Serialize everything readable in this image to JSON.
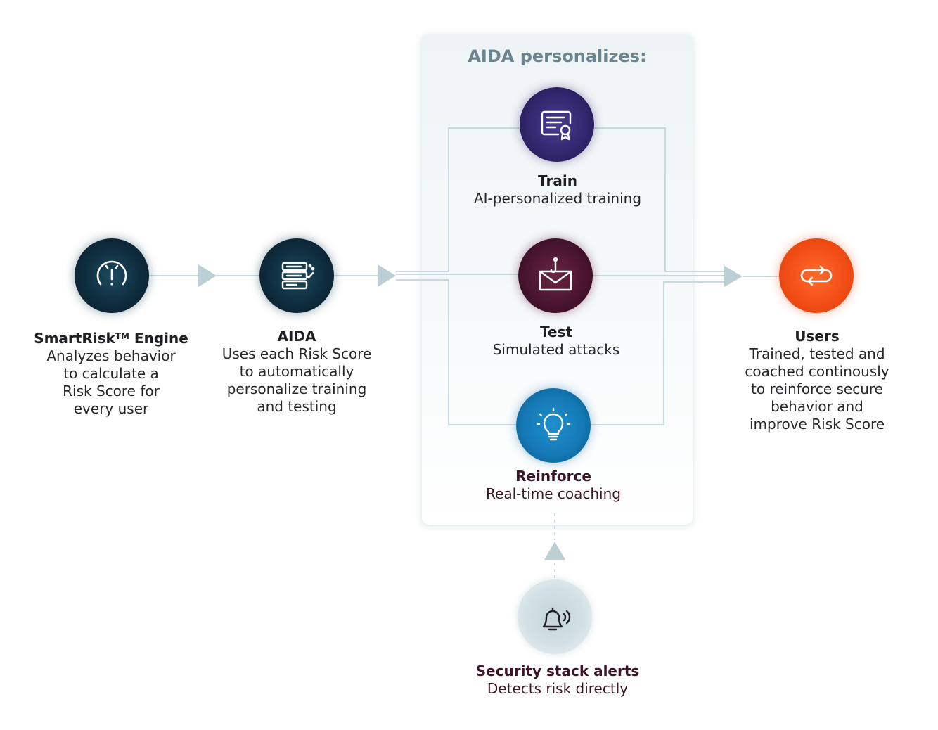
{
  "panel": {
    "title": "AIDA personalizes:"
  },
  "nodes": {
    "smartrisk": {
      "title": "SmartRisk",
      "trademark": "TM",
      "title_suffix": " Engine",
      "desc": [
        "Analyzes behavior",
        "to calculate a",
        "Risk Score for",
        "every user"
      ],
      "icon": "gauge-icon"
    },
    "aida": {
      "title": "AIDA",
      "desc": [
        "Uses each Risk Score",
        "to automatically",
        "personalize training",
        "and testing"
      ],
      "icon": "ai-list-icon"
    },
    "train": {
      "title": "Train",
      "desc": [
        "AI-personalized training"
      ],
      "icon": "certificate-icon"
    },
    "test": {
      "title": "Test",
      "desc": [
        "Simulated attacks"
      ],
      "icon": "phishing-envelope-icon"
    },
    "reinforce": {
      "title": "Reinforce",
      "desc": [
        "Real-time coaching"
      ],
      "icon": "lightbulb-icon"
    },
    "users": {
      "title": "Users",
      "desc": [
        "Trained, tested and",
        "coached continously",
        "to reinforce secure",
        "behavior and",
        "improve Risk Score"
      ],
      "icon": "cycle-arrows-icon"
    },
    "alerts": {
      "title": "Security stack alerts",
      "desc": [
        "Detects risk directly"
      ],
      "icon": "alarm-bell-icon"
    }
  },
  "colors": {
    "smartrisk": "#0e2c3d",
    "aida": "#0e2c3d",
    "train": "#33276f",
    "test": "#4a1530",
    "reinforce": "#157ab6",
    "users": "#f24e18",
    "alerts": "#d3e1e6",
    "connector": "#c9d9de",
    "arrow": "#bccfd5",
    "panel_title": "#6b8590"
  }
}
